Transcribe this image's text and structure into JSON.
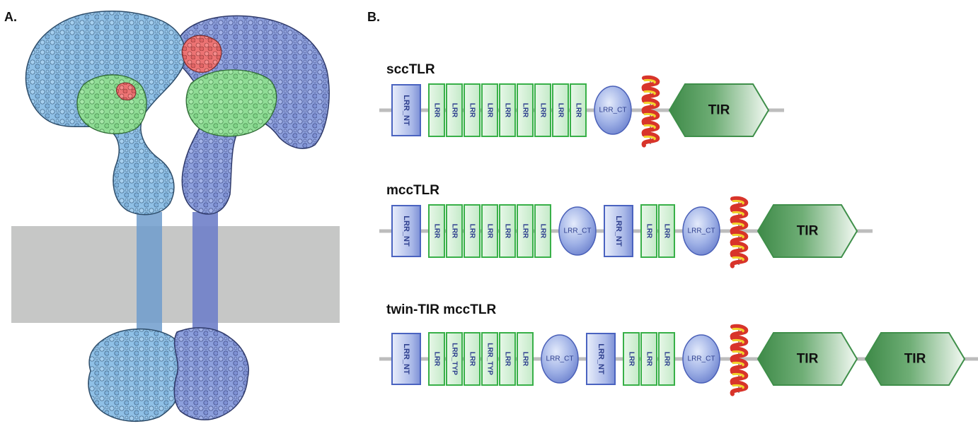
{
  "panel_labels": {
    "a": "A.",
    "b": "B."
  },
  "colors": {
    "protein_light_blue": "#8fc0e6",
    "protein_slate_blue": "#8c9fdc",
    "ligand_green": "#8fdc95",
    "ligand_red": "#ec7373",
    "membrane_gray": "#c6c7c6",
    "lrr_green": "#38b048",
    "lrr_nt_blue": "#4a63c0",
    "tir_green": "#3f8f4a"
  },
  "rows": [
    {
      "title": "sccTLR",
      "domains": [
        {
          "type": "lrr_nt",
          "label": "LRR_NT"
        },
        {
          "type": "lrr",
          "label": "LRR"
        },
        {
          "type": "lrr",
          "label": "LRR"
        },
        {
          "type": "lrr",
          "label": "LRR"
        },
        {
          "type": "lrr",
          "label": "LRR"
        },
        {
          "type": "lrr",
          "label": "LRR"
        },
        {
          "type": "lrr",
          "label": "LRR"
        },
        {
          "type": "lrr",
          "label": "LRR"
        },
        {
          "type": "lrr",
          "label": "LRR"
        },
        {
          "type": "lrr",
          "label": "LRR"
        },
        {
          "type": "lrr_ct",
          "label": "LRR_CT"
        },
        {
          "type": "tm",
          "label": ""
        },
        {
          "type": "tir",
          "label": "TIR"
        }
      ]
    },
    {
      "title": "mccTLR",
      "domains": [
        {
          "type": "lrr_nt",
          "label": "LRR_NT"
        },
        {
          "type": "lrr",
          "label": "LRR"
        },
        {
          "type": "lrr",
          "label": "LRR"
        },
        {
          "type": "lrr",
          "label": "LRR"
        },
        {
          "type": "lrr",
          "label": "LRR"
        },
        {
          "type": "lrr",
          "label": "LRR"
        },
        {
          "type": "lrr",
          "label": "LRR"
        },
        {
          "type": "lrr",
          "label": "LRR"
        },
        {
          "type": "lrr_ct",
          "label": "LRR_CT"
        },
        {
          "type": "lrr_nt",
          "label": "LRR_NT"
        },
        {
          "type": "lrr",
          "label": "LRR"
        },
        {
          "type": "lrr",
          "label": "LRR"
        },
        {
          "type": "lrr_ct",
          "label": "LRR_CT"
        },
        {
          "type": "tm",
          "label": ""
        },
        {
          "type": "tir",
          "label": "TIR"
        }
      ]
    },
    {
      "title": "twin-TIR mccTLR",
      "domains": [
        {
          "type": "lrr_nt",
          "label": "LRR_NT"
        },
        {
          "type": "lrr",
          "label": "LRR"
        },
        {
          "type": "lrr",
          "label": "LRR_TYP"
        },
        {
          "type": "lrr",
          "label": "LRR"
        },
        {
          "type": "lrr",
          "label": "LRR_TYP"
        },
        {
          "type": "lrr",
          "label": "LRR"
        },
        {
          "type": "lrr",
          "label": "LRR"
        },
        {
          "type": "lrr_ct",
          "label": "LRR_CT"
        },
        {
          "type": "lrr_nt",
          "label": "LRR_NT"
        },
        {
          "type": "lrr",
          "label": "LRR"
        },
        {
          "type": "lrr",
          "label": "LRR"
        },
        {
          "type": "lrr",
          "label": "LRR"
        },
        {
          "type": "lrr_ct",
          "label": "LRR_CT"
        },
        {
          "type": "tm",
          "label": ""
        },
        {
          "type": "tir",
          "label": "TIR"
        },
        {
          "type": "tir",
          "label": "TIR"
        }
      ]
    }
  ]
}
